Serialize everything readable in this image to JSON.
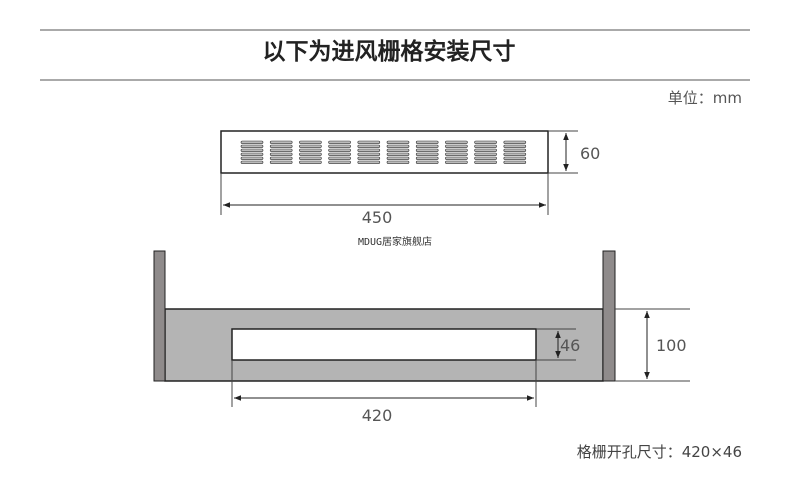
{
  "title": "以下为进风栅格安装尺寸",
  "unit_label": "单位：mm",
  "grille": {
    "slot_groups": 10,
    "width_label": "450",
    "height_label": "60"
  },
  "watermark": "MDUG居家旗舰店",
  "installation": {
    "opening_width_label": "420",
    "opening_height_label": "46",
    "panel_height_label": "100"
  },
  "footer": "格栅开孔尺寸：420×46"
}
